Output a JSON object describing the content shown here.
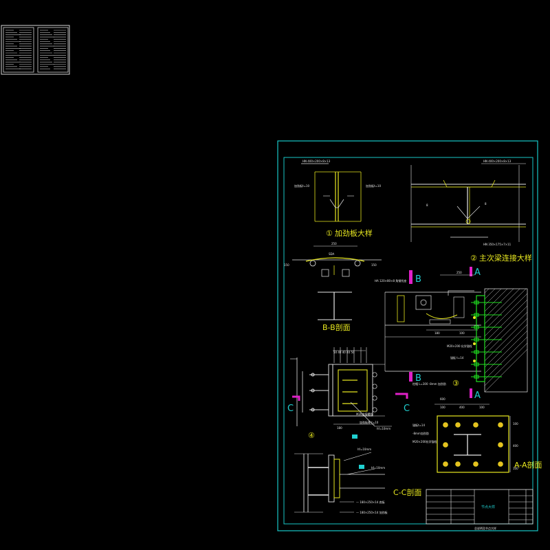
{
  "colors": {
    "background": "#000000",
    "frame": "#18c8c8",
    "main_line": "#e8e8e8",
    "weld_yellow": "#e8e820",
    "section_magenta": "#e020c8",
    "section_cyan": "#20d0d0",
    "bolt_green": "#20e020",
    "dim_white": "#d0d0d0"
  },
  "details": {
    "d1": {
      "number": "①",
      "title": "加劲板大样"
    },
    "d2": {
      "number": "②",
      "title": "主次梁连接大样"
    },
    "d3": {
      "number": "③"
    },
    "d4": {
      "number": "④"
    }
  },
  "sections": {
    "bb": {
      "title": "B-B剖面",
      "mark": "B"
    },
    "aa": {
      "title": "A-A剖面",
      "mark": "A"
    },
    "cc": {
      "title": "C-C剖面",
      "mark": "C"
    }
  },
  "annotations": {
    "hf10_a": "hf=10mm",
    "hf10_b": "hf=10mm",
    "hf10_c": "hf=10mm",
    "hf10_d": "hf=10mm"
  },
  "title_block": {
    "drawing_name": "节点大样"
  }
}
